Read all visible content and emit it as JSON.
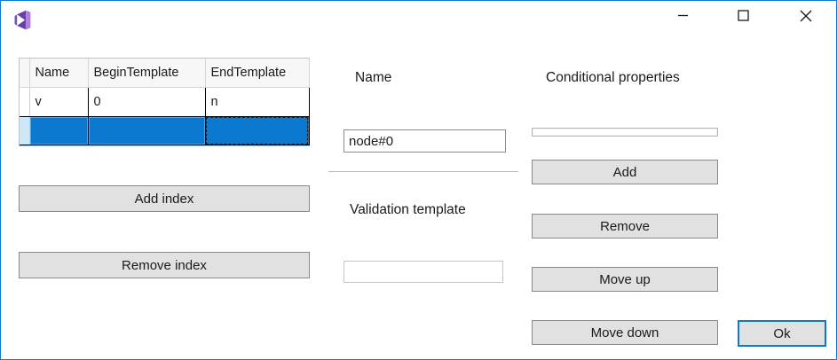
{
  "window": {
    "title": "",
    "app_icon": "visual-studio-icon",
    "border_color": "#0b7ad1",
    "controls": {
      "minimize": "minimize-icon",
      "maximize": "maximize-icon",
      "close": "close-icon"
    }
  },
  "grid": {
    "row_header_column": "",
    "columns": [
      "Name",
      "BeginTemplate",
      "EndTemplate"
    ],
    "rows": [
      {
        "cells": [
          "v",
          "0",
          "n"
        ],
        "selected": false
      },
      {
        "cells": [
          "",
          "",
          ""
        ],
        "selected": true,
        "focused_cell_index": 2
      }
    ],
    "selection_color": "#0c79d0",
    "row_header_selected_color": "#cfe6f7"
  },
  "left_panel": {
    "add_index_label": "Add index",
    "remove_index_label": "Remove index"
  },
  "middle_panel": {
    "name_label": "Name",
    "name_value": "node#0",
    "name_placeholder": "",
    "validation_label": "Validation template",
    "validation_value": "",
    "validation_placeholder": ""
  },
  "right_panel": {
    "conditional_properties_label": "Conditional properties",
    "list_items": [],
    "add_label": "Add",
    "remove_label": "Remove",
    "move_up_label": "Move up",
    "move_down_label": "Move down"
  },
  "footer": {
    "ok_label": "Ok",
    "ok_focus_color": "#0c79d0"
  }
}
